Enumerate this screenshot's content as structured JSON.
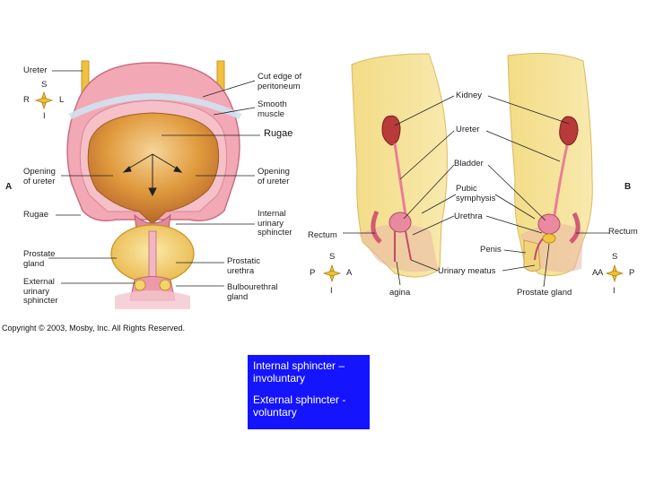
{
  "figure_a": {
    "panel_letter": "A",
    "left_labels": {
      "ureter": "Ureter",
      "opening_ureter": "Opening\nof ureter",
      "rugae": "Rugae",
      "prostate_gland": "Prostate\ngland",
      "external_sphincter": "External\nurinary\nsphincter"
    },
    "right_labels": {
      "cut_edge": "Cut edge of\nperitoneum",
      "smooth_muscle": "Smooth\nmuscle",
      "opening_ureter": "Opening\nof ureter",
      "internal_sphincter": "Internal\nurinary\nsphincter",
      "prostatic_urethra": "Prostatic\nurethra",
      "bulbourethral": "Bulbourethral\ngland"
    },
    "compass": {
      "top": "S",
      "left": "R",
      "right": "L",
      "bottom": "I"
    }
  },
  "figure_b": {
    "panel_letter": "B",
    "labels": {
      "kidney": "Kidney",
      "ureter": "Ureter",
      "bladder": "Bladder",
      "pubic_symphysis": "Pubic\nsymphysis",
      "urethra": "Urethra",
      "rectum_left": "Rectum",
      "rectum_right": "Rectum",
      "penis": "Penis",
      "urinary_meatus": "Urinary meatus",
      "vagina": "agina",
      "prostate_gland": "Prostate gland"
    },
    "compass_left": {
      "top": "S",
      "left": "P",
      "right": "A",
      "bottom": "I"
    },
    "compass_right": {
      "top": "S",
      "left": "A",
      "right": "P",
      "bottom": "I"
    },
    "stray_letter": "A"
  },
  "rugae_callout": "Rugae",
  "copyright": "Copyright © 2003, Mosby, Inc. All Rights Reserved.",
  "note_box": {
    "line1": "Internal sphincter – involuntary",
    "line2": "External sphincter - voluntary"
  },
  "colors": {
    "bladder_wall": "#ef9aa8",
    "bladder_lumen": "#d9892a",
    "torso": "#f6e39a",
    "note_bg": "#1414ff"
  }
}
